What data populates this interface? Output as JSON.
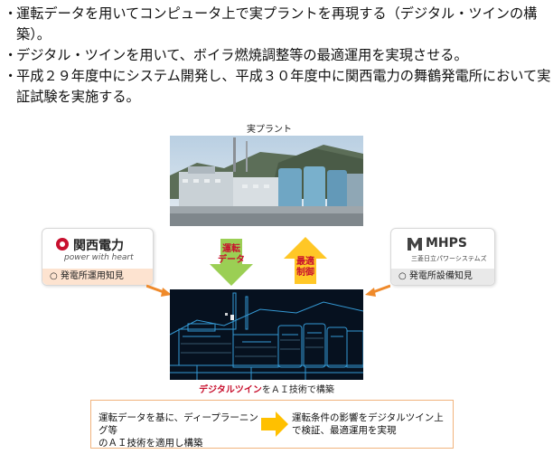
{
  "bullets": [
    {
      "mark": "・",
      "text": "運転データを用いてコンピュータ上で実プラントを再現する（デジタル・ツインの構築）。"
    },
    {
      "mark": "・",
      "text": "デジタル・ツインを用いて、ボイラ燃焼調整等の最適運用を実現させる。"
    },
    {
      "mark": "・",
      "text": "平成２９年度中にシステム開発し、平成３０年度中に関西電力の舞鶴発電所において実証試験を実施する。"
    }
  ],
  "plant_label": "実プラント",
  "arrows": {
    "down_label_1": "運転",
    "down_label_2": "データ",
    "up_label_1": "最適",
    "up_label_2": "制御"
  },
  "kepco": {
    "name": "関西電力",
    "tagline": "power with heart",
    "knowledge": "○ 発電所運用知見"
  },
  "mhps": {
    "name": "MHPS",
    "subtitle": "三菱日立パワーシステムズ",
    "knowledge": "○ 発電所設備知見"
  },
  "twin_caption": {
    "highlight": "デジタルツイン",
    "rest": "をＡＩ技術で構築"
  },
  "bottom": {
    "left_line1": "運転データを基に、ディープラーニング等",
    "left_line2": "のＡＩ技術を適用し構築",
    "right_line1": "運転条件の影響をデジタルツイン上",
    "right_line2": "で検証、最適運用を実現"
  },
  "colors": {
    "accent_red": "#c8102e",
    "down_arrow": "#9bcf54",
    "up_arrow": "#ffc726",
    "orange_connector": "#ef8a2b",
    "bottom_arrow": "#ffc000"
  }
}
